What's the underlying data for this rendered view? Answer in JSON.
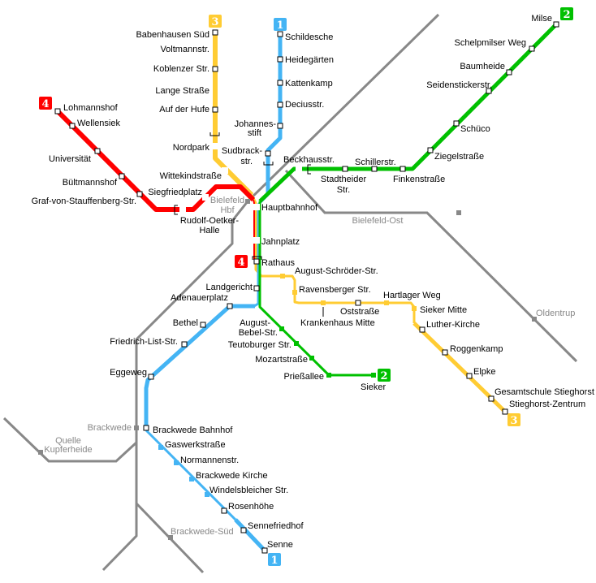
{
  "title": "Stadtbahn Bielefeld network map",
  "colors": {
    "line1": "#44b4f4",
    "line2": "#00c000",
    "line3": "#ffcc33",
    "line4": "#ff0000",
    "rail": "#888888"
  },
  "badges": [
    "3",
    "1",
    "2",
    "4",
    "4",
    "2",
    "3",
    "1"
  ],
  "stations": [
    "Babenhausen Süd",
    "Voltmannstr.",
    "Koblenzer Str.",
    "Lange Straße",
    "Auf der Hufe",
    "Nordpark",
    "Wittekindstraße",
    "Hauptbahnhof",
    "Jahnplatz",
    "Rathaus",
    "August-Schröder-Str.",
    "Ravensberger Str.",
    "Krankenhaus Mitte",
    "Oststraße",
    "Hartlager Weg",
    "Sieker Mitte",
    "Luther-Kirche",
    "Roggenkamp",
    "Elpke",
    "Gesamtschule Stieghorst",
    "Stieghorst-Zentrum",
    "Schildesche",
    "Heidegärten",
    "Kattenkamp",
    "Deciusstr.",
    "Johannes-",
    "stift",
    "Sudbrack-",
    "str.",
    "Landgericht",
    "Adenauerplatz",
    "Bethel",
    "Friedrich-List-Str.",
    "Eggeweg",
    "Brackwede Bahnhof",
    "Gaswerkstraße",
    "Normannenstr.",
    "Brackwede Kirche",
    "Windelsbleicher Str.",
    "Rosenhöhe",
    "Sennefriedhof",
    "Senne",
    "Milse",
    "Schelpmilser Weg",
    "Baumheide",
    "Seidenstickerstr.",
    "Schüco",
    "Ziegelstraße",
    "Finkenstraße",
    "Schillerstr.",
    "Stadtheider",
    "Str.",
    "Beckhausstr.",
    "August-",
    "Bebel-Str.",
    "Teutoburger Str.",
    "Mozartstraße",
    "Prießallee",
    "Sieker",
    "Lohmannshof",
    "Wellensiek",
    "Universität",
    "Bültmannshof",
    "Graf-von-Stauffenberg-Str.",
    "Siegfriedplatz",
    "Rudolf-Oetker-",
    "Halle"
  ],
  "rail_stations": [
    "Bielefeld",
    "Hbf",
    "Bielefeld-Ost",
    "Oldentrup",
    "Brackwede",
    "Quelle",
    "Kupferheide",
    "Brackwede-Süd"
  ]
}
